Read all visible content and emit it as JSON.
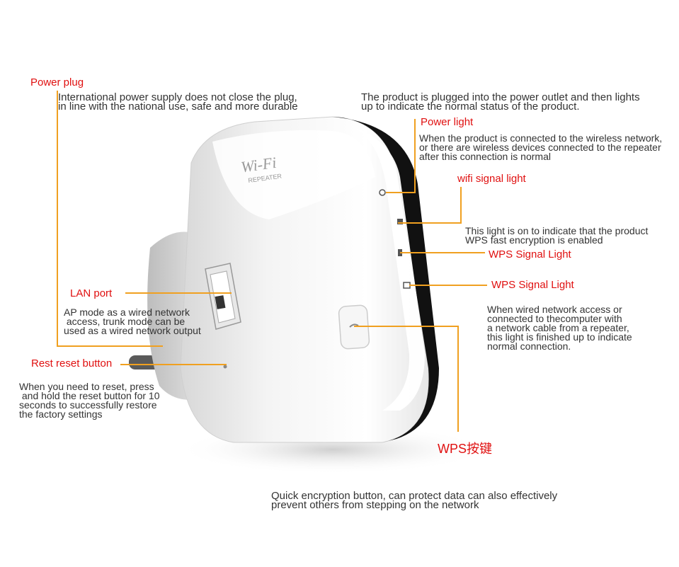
{
  "device": {
    "brand_line1": "Wi-Fi",
    "brand_line2": "REPEATER"
  },
  "annotations": {
    "power_plug": {
      "label": "Power plug",
      "desc": "International power supply does not close the plug,\nin line with the national use, safe and more durable"
    },
    "power_status_desc": "The product is plugged into the power outlet and then lights\nup to indicate the normal status of the product.",
    "power_light": {
      "label": "Power light",
      "desc": "When the product is connected to the wireless network,\nor there are wireless devices connected to the repeater\nafter this connection is normal"
    },
    "wifi_signal_light": {
      "label": "wifi signal light",
      "desc": "This light is on to indicate that the product\nWPS fast encryption is enabled"
    },
    "wps_signal_light_1": {
      "label": "WPS Signal Light"
    },
    "wps_signal_light_2": {
      "label": "WPS Signal Light",
      "desc": "When wired network access or\nconnected to thecomputer with\na network cable from a repeater,\nthis light is finished up to indicate\nnormal connection."
    },
    "lan_port": {
      "label": "LAN port",
      "desc": "AP mode as a wired network\n access, trunk mode can be\nused as a wired network output"
    },
    "reset_button": {
      "label": "Rest reset button",
      "desc": "When you need to reset, press\n and hold the reset button for 10\nseconds to successfully restore\nthe factory settings"
    },
    "wps_button": {
      "label": "WPS按键",
      "desc": "Quick encryption button, can protect data can also effectively\nprevent others from stepping on the network"
    }
  },
  "colors": {
    "label_red": "#e01010",
    "leader_orange": "#f0a020",
    "led_green": "#3bd23b"
  }
}
